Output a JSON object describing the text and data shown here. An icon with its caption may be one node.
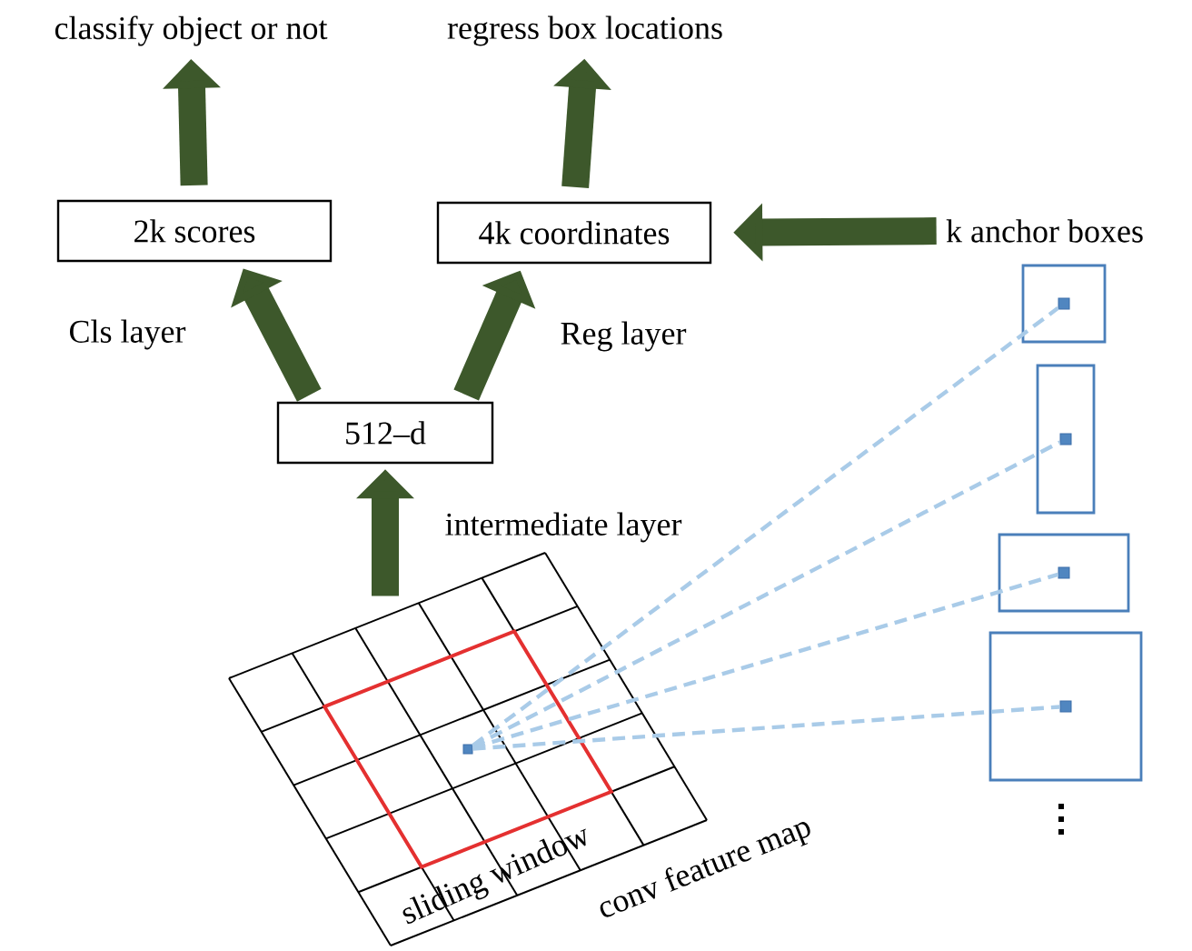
{
  "diagram": {
    "nodes": [
      {
        "text": [
          "classify object or not"
        ]
      },
      {
        "text": [
          "regress box locations"
        ]
      },
      {
        "text": [
          "2k scores"
        ]
      },
      {
        "text": [
          "4k coordinates"
        ]
      },
      {
        "text": [
          "k anchor boxes"
        ]
      },
      {
        "text": [
          "512–d"
        ]
      },
      {
        "text": [],
        "shape": "grid",
        "beside": [
          "conv feature map"
        ]
      },
      {
        "text": [],
        "shape": "box",
        "in": 6,
        "beside": [
          "sliding window"
        ]
      },
      {
        "text": [],
        "shape": "square",
        "in": 7
      },
      {
        "text": [],
        "shape": "box"
      },
      {
        "text": [],
        "shape": "box"
      },
      {
        "text": [],
        "shape": "box"
      },
      {
        "text": [],
        "shape": "box"
      },
      {
        "text": [],
        "shape": "square",
        "in": 9
      },
      {
        "text": [],
        "shape": "square",
        "in": 10
      },
      {
        "text": [],
        "shape": "square",
        "in": 11
      },
      {
        "text": [],
        "shape": "square",
        "in": 12
      }
    ],
    "edges": [
      {
        "from": 2,
        "to": 0,
        "arrow": "to"
      },
      {
        "from": 3,
        "to": 1,
        "arrow": "to"
      },
      {
        "from": 5,
        "to": 2,
        "arrow": "to",
        "label": "Cls layer"
      },
      {
        "from": 5,
        "to": 3,
        "arrow": "to",
        "label": "Reg layer"
      },
      {
        "from": 6,
        "to": 5,
        "arrow": "to",
        "label": "intermediate layer"
      },
      {
        "from": 4,
        "to": 3,
        "arrow": "to"
      },
      {
        "from": 8,
        "to": 13,
        "arrow": "none",
        "style": "dashed",
        "color": "#a9cbe8"
      },
      {
        "from": 8,
        "to": 14,
        "arrow": "none",
        "style": "dashed",
        "color": "#a9cbe8"
      },
      {
        "from": 8,
        "to": 15,
        "arrow": "none",
        "style": "dashed",
        "color": "#a9cbe8"
      },
      {
        "from": 8,
        "to": 16,
        "arrow": "none",
        "style": "dashed",
        "color": "#a9cbe8"
      }
    ]
  }
}
